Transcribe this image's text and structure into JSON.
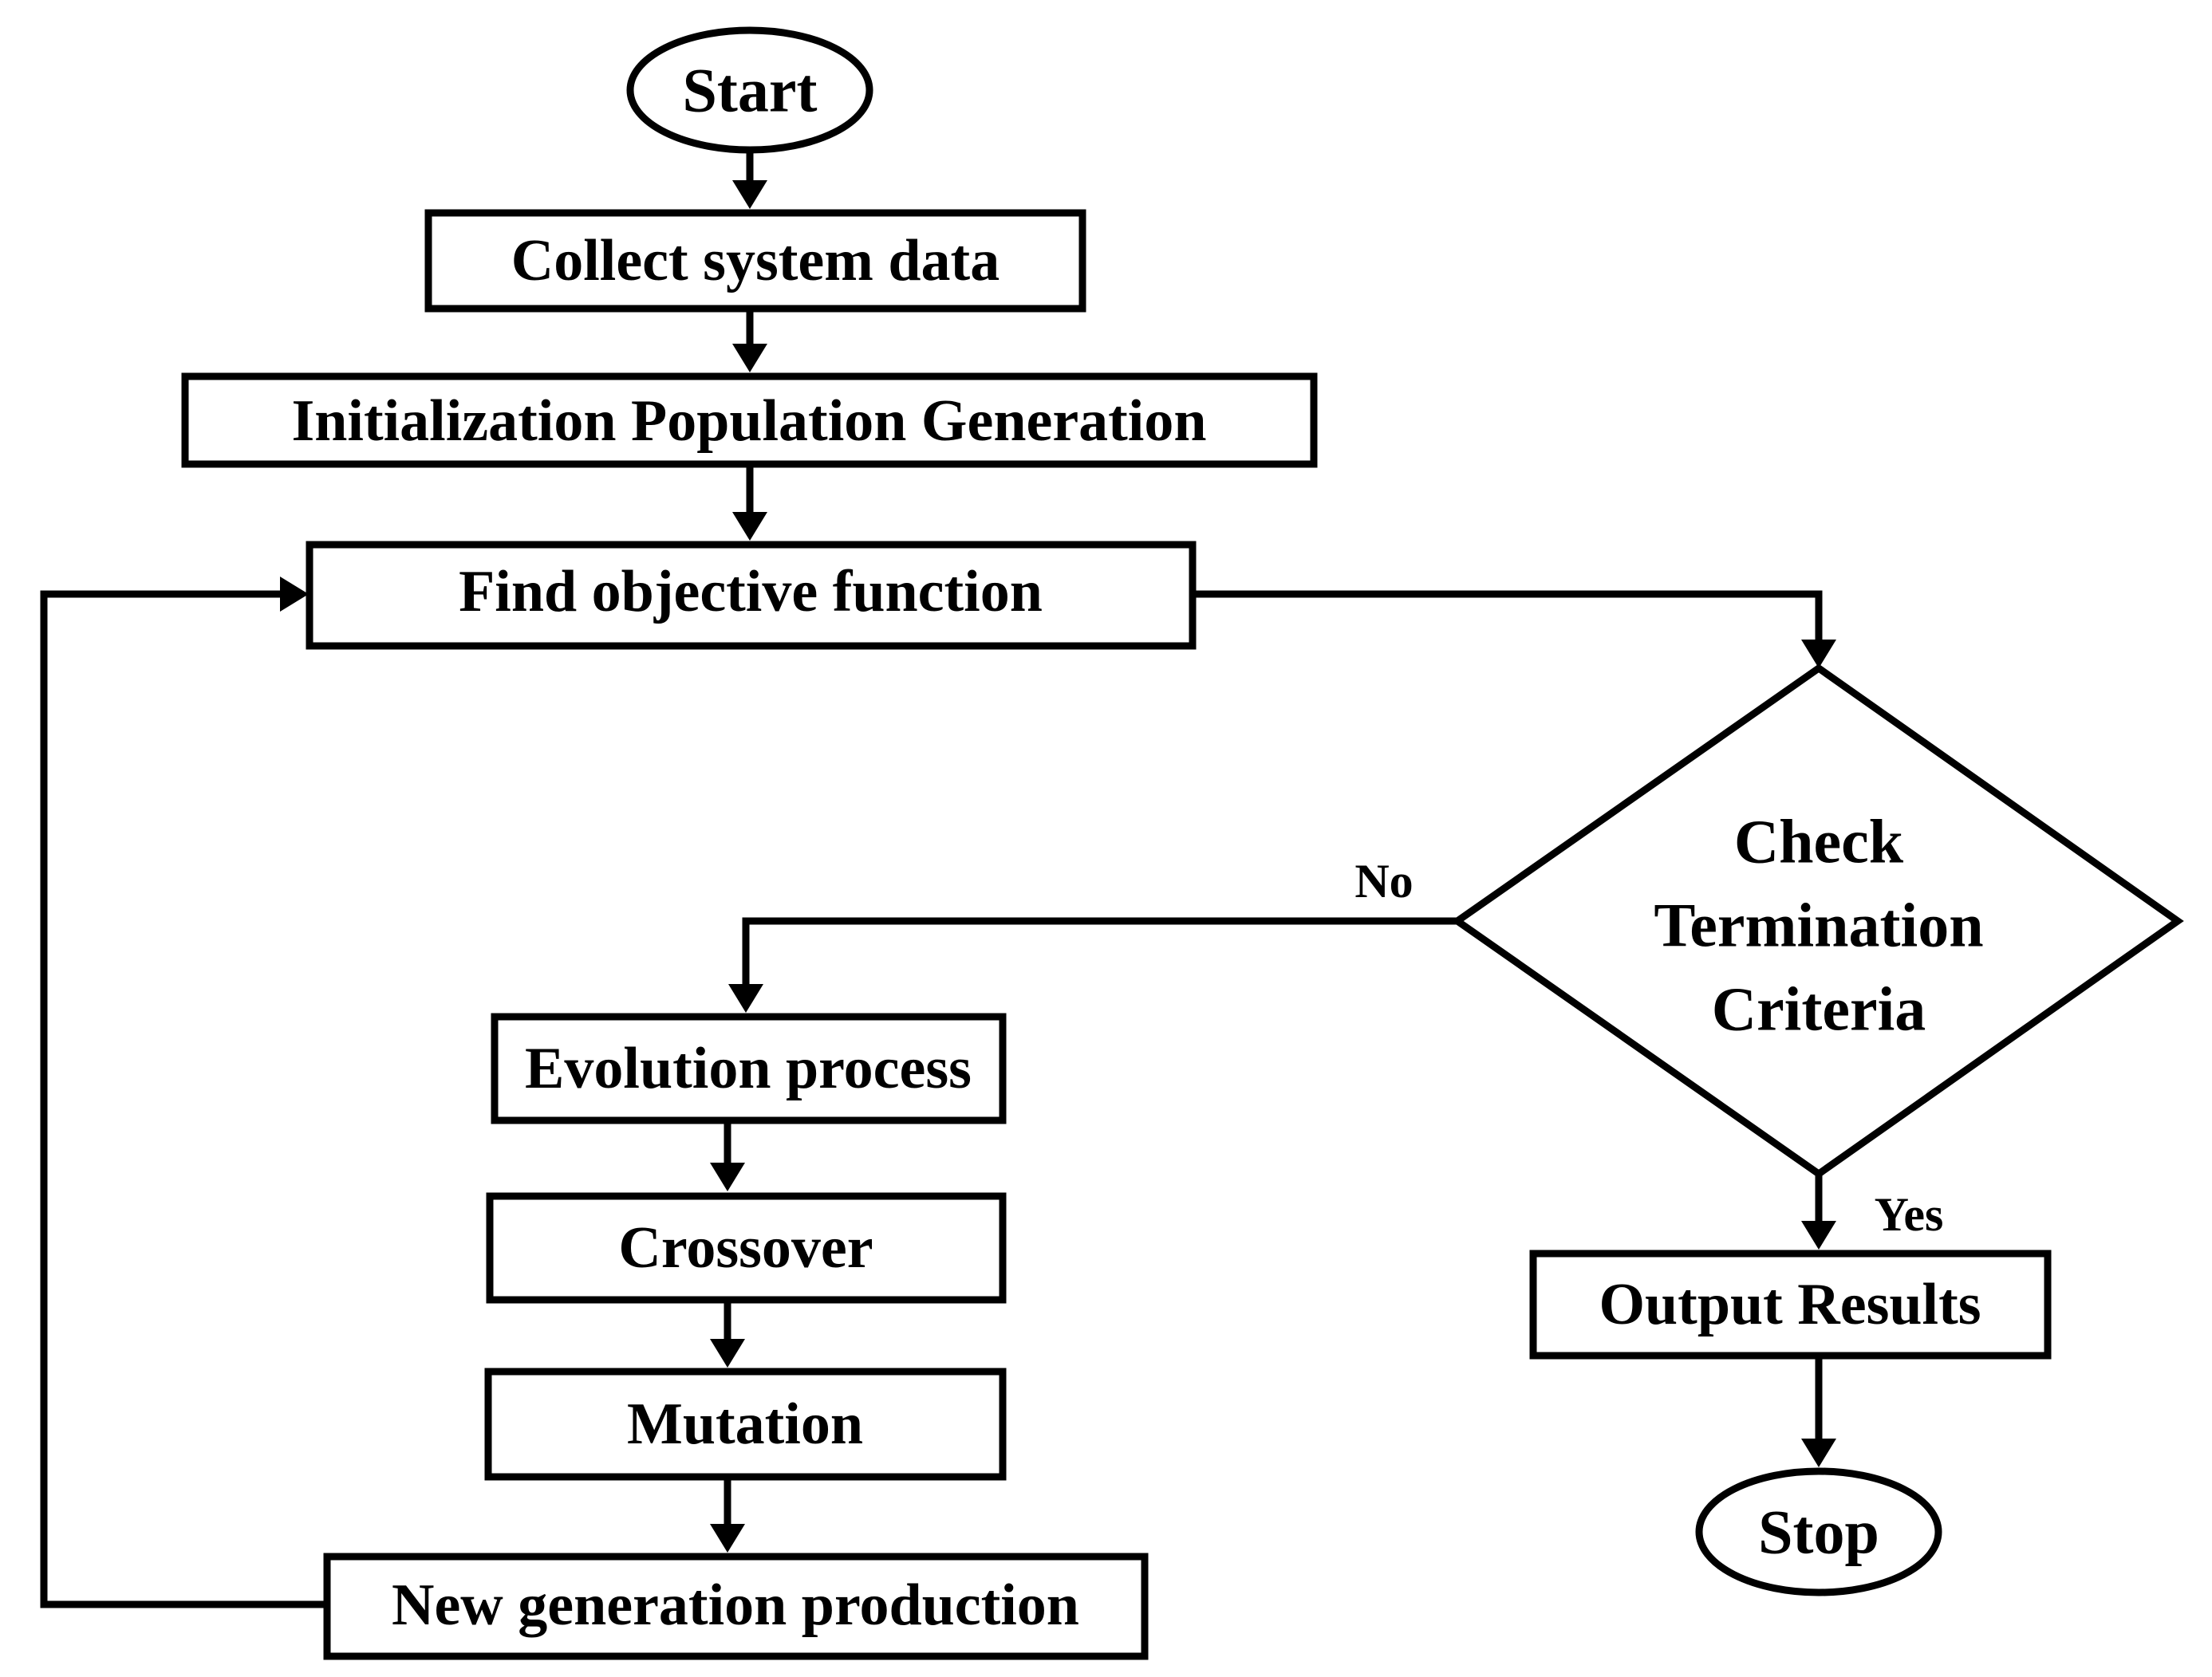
{
  "nodes": {
    "start": "Start",
    "collect": "Collect system data",
    "init": "Initialization Population Generation",
    "objective": "Find objective function",
    "check": [
      "Check",
      "Termination",
      "Criteria"
    ],
    "evolution": "Evolution process",
    "crossover": "Crossover",
    "mutation": "Mutation",
    "newgen": "New generation production",
    "output": "Output Results",
    "stop": "Stop"
  },
  "branches": {
    "no": "No",
    "yes": "Yes"
  }
}
